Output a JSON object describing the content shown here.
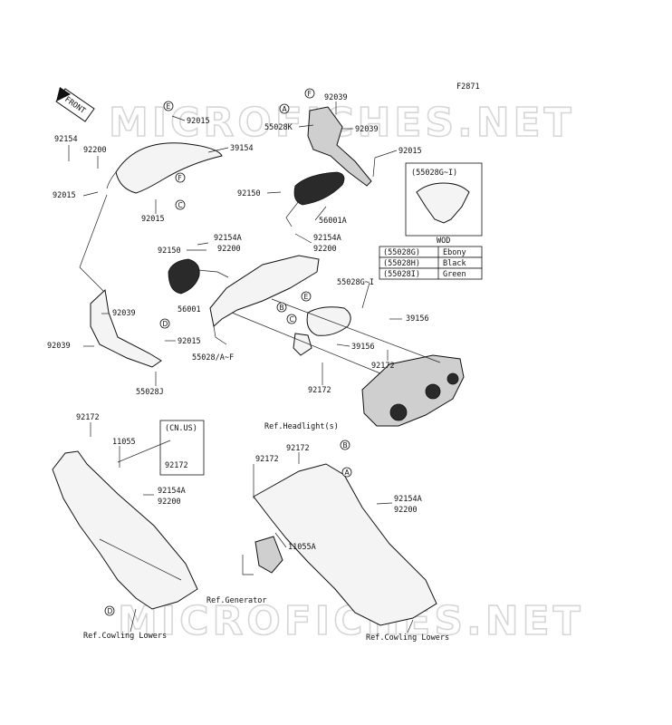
{
  "figure_code": "F2871",
  "watermark": "MICROFICHES.NET",
  "front_arrow": "FRONT",
  "parts": {
    "p92039_top": "92039",
    "p55028K": "55028K",
    "p92039_r": "92039",
    "p92015_tr": "92015",
    "p92015_tl": "92015",
    "p92154": "92154",
    "p92200_l": "92200",
    "p39154": "39154",
    "p92015_l": "92015",
    "p92015_lc": "92015",
    "p92150_a": "92150",
    "p56001A": "56001A",
    "p92154A_a": "92154A",
    "p92200_a": "92200",
    "p92150_b": "92150",
    "p92154A_b": "92154A",
    "p92200_b": "92200",
    "p56001": "56001",
    "p92039_m": "92039",
    "p92015_m": "92015",
    "p92039_l": "92039",
    "p55028J": "55028J",
    "p55028AF": "55028/A~F",
    "p55028GI": "55028G~I",
    "p39156_a": "39156",
    "p39156_b": "39156",
    "p92172_a": "92172",
    "p92172_b": "92172",
    "ref_headlight": "Ref.Headlight(s)",
    "p92172_c": "92172",
    "p11055": "11055",
    "p92172_cn": "92172",
    "p92154A_c": "92154A",
    "p92200_c": "92200",
    "p92172_d": "92172",
    "p92172_e": "92172",
    "p92154A_d": "92154A",
    "p92200_d": "92200",
    "p11055A": "11055A",
    "ref_generator": "Ref.Generator",
    "ref_cowling_l": "Ref.Cowling Lowers",
    "ref_cowling_r": "Ref.Cowling Lowers"
  },
  "callouts": {
    "E1": "E",
    "F1": "F",
    "A1": "A",
    "F2": "F",
    "C1": "C",
    "D1": "D",
    "B1": "B",
    "E2": "E",
    "C2": "C",
    "D2": "D",
    "B2": "B",
    "A2": "A"
  },
  "cn_box": {
    "title": "(CN.US)",
    "part": "92172"
  },
  "inset": {
    "title": "(55028G~I)",
    "subtitle": "WOD",
    "rows": [
      {
        "code": "(55028G)",
        "color": "Ebony"
      },
      {
        "code": "(55028H)",
        "color": "Black"
      },
      {
        "code": "(55028I)",
        "color": "Green"
      }
    ]
  }
}
